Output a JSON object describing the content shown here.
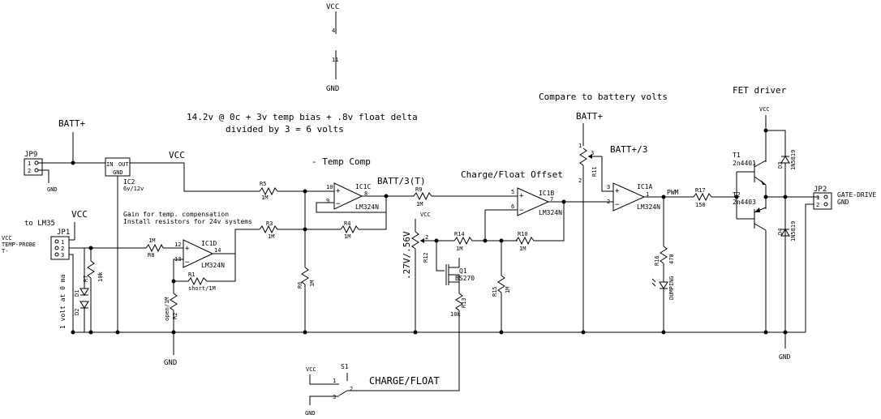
{
  "notes": {
    "line1": "14.2v @ 0c + 3v temp bias + .8v float delta",
    "line2": "divided by 3 = 6 volts",
    "compare": "Compare to battery volts",
    "fet_driver": "FET driver",
    "temp_comp": "- Temp Comp",
    "charge_float_offset": "Charge/Float Offset",
    "gain1": "Gain for temp. compensation",
    "gain2": "Install resistors for 24v systems",
    "to_lm35": "to LM35",
    "one_volt": "1 volt at 0 ma"
  },
  "nets": {
    "vcc": "VCC",
    "gnd": "GND",
    "batt": "BATT+",
    "batt3": "BATT+/3",
    "batt3t": "BATT/3(T)",
    "pwm": "PWM",
    "charge_float": "CHARGE/FLOAT",
    "gate_drive": "GATE-DRIVE",
    "temp_probe": "TEMP-PROBE",
    "vcc_short": "VCC",
    "t_minus": "T-"
  },
  "connectors": {
    "jp9": "JP9",
    "jp1": "JP1",
    "jp2": "JP2",
    "pin1": "1",
    "pin2": "2",
    "pin3": "3",
    "pin4": "4",
    "pin11": "11"
  },
  "ics": {
    "ic1c": "IC1C",
    "ic1d": "IC1D",
    "ic1b": "IC1B",
    "ic1a": "IC1A",
    "lm324": "LM324N",
    "ic2": "IC2",
    "ic2_spec": "6v/12v",
    "in": "IN",
    "out": "OUT",
    "gnd_pin": "GND"
  },
  "pins": {
    "p10": "10",
    "p9": "9",
    "p8": "8",
    "p12": "12",
    "p13": "13",
    "p14": "14",
    "p5": "5",
    "p6": "6",
    "p7": "7",
    "p3": "3",
    "p2": "2",
    "p1": "1"
  },
  "resistors": {
    "r1": "R1",
    "r1v": "short/1M",
    "r2": "R2",
    "r2v": "open/1M",
    "r3": "R3",
    "r3v": "1M",
    "r4": "R4",
    "r4v": "1M",
    "r5": "R5",
    "r5v": "1M",
    "r6": "R6",
    "r6v": "1M",
    "r7": "R7",
    "r7v": "10k",
    "r8": "R8",
    "r8v": "1M",
    "r9": "R9",
    "r9v": "1M",
    "r10": "R10",
    "r10v": "1M",
    "r11": "R11",
    "r12": "R12",
    "r12v": ".27V/.56V",
    "r13": "R13",
    "r13v": "10k",
    "r14": "R14",
    "r14v": "1M",
    "r15": "R15",
    "r15v": "1M",
    "r16": "R16",
    "r16v": "470",
    "r17": "R17",
    "r17v": "150"
  },
  "semis": {
    "d1": "D1",
    "d2": "D2",
    "d3": "D3",
    "d3v": "1N5819",
    "d4": "D4",
    "d4v": "1N5819",
    "q1": "Q1",
    "q1v": "BS270",
    "t1": "T1",
    "t1v": "2n4401",
    "t2": "T2",
    "t2v": "2n4403",
    "dumping": "DUMPING",
    "s1": "S1"
  }
}
